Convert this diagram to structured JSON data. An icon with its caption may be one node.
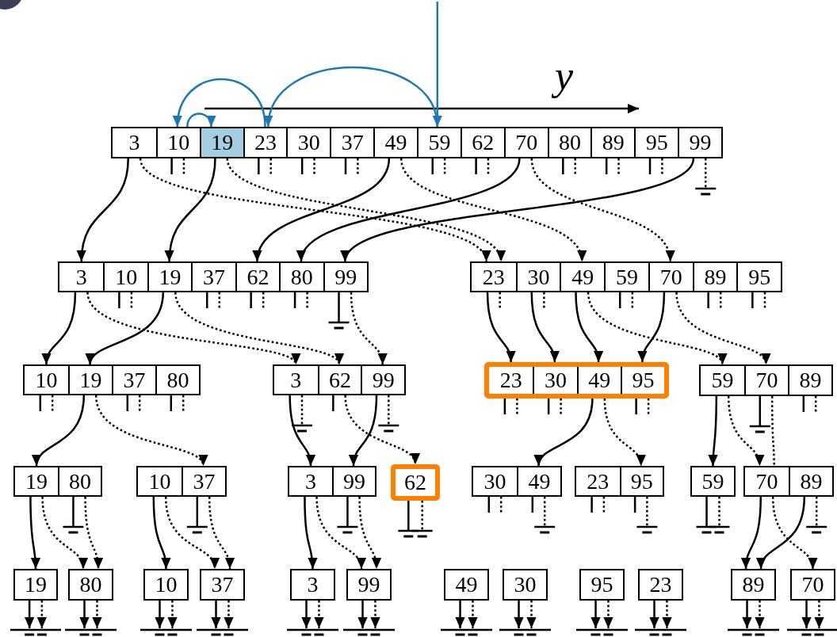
{
  "diagram": {
    "nodes": [
      {
        "text": [],
        "shape": "box"
      },
      {
        "text": [
          "3"
        ],
        "in": 0
      },
      {
        "text": [
          "10"
        ],
        "in": 0
      },
      {
        "text": [
          "19"
        ],
        "in": 0
      },
      {
        "text": [
          "23"
        ],
        "in": 0
      },
      {
        "text": [
          "30"
        ],
        "in": 0
      },
      {
        "text": [
          "37"
        ],
        "in": 0
      },
      {
        "text": [
          "49"
        ],
        "in": 0
      },
      {
        "text": [
          "59"
        ],
        "in": 0
      },
      {
        "text": [
          "62"
        ],
        "in": 0
      },
      {
        "text": [
          "70"
        ],
        "in": 0
      },
      {
        "text": [
          "80"
        ],
        "in": 0
      },
      {
        "text": [
          "89"
        ],
        "in": 0
      },
      {
        "text": [
          "95"
        ],
        "in": 0
      },
      {
        "text": [
          "99"
        ],
        "in": 0
      },
      {
        "text": [],
        "shape": "box"
      },
      {
        "text": [
          "3"
        ],
        "in": 15
      },
      {
        "text": [
          "10"
        ],
        "in": 15
      },
      {
        "text": [
          "19"
        ],
        "in": 15
      },
      {
        "text": [
          "37"
        ],
        "in": 15
      },
      {
        "text": [
          "62"
        ],
        "in": 15
      },
      {
        "text": [
          "80"
        ],
        "in": 15
      },
      {
        "text": [
          "99"
        ],
        "in": 15
      },
      {
        "text": [],
        "shape": "box"
      },
      {
        "text": [
          "23"
        ],
        "in": 23
      },
      {
        "text": [
          "30"
        ],
        "in": 23
      },
      {
        "text": [
          "49"
        ],
        "in": 23
      },
      {
        "text": [
          "59"
        ],
        "in": 23
      },
      {
        "text": [
          "70"
        ],
        "in": 23
      },
      {
        "text": [
          "89"
        ],
        "in": 23
      },
      {
        "text": [
          "95"
        ],
        "in": 23
      },
      {
        "text": [],
        "shape": "box"
      },
      {
        "text": [
          "10"
        ],
        "in": 31
      },
      {
        "text": [
          "19"
        ],
        "in": 31
      },
      {
        "text": [
          "37"
        ],
        "in": 31
      },
      {
        "text": [
          "80"
        ],
        "in": 31
      },
      {
        "text": [],
        "shape": "box"
      },
      {
        "text": [
          "3"
        ],
        "in": 36
      },
      {
        "text": [
          "62"
        ],
        "in": 36
      },
      {
        "text": [
          "99"
        ],
        "in": 36
      },
      {
        "text": [],
        "shape": "box"
      },
      {
        "text": [
          "23"
        ],
        "in": 40
      },
      {
        "text": [
          "30"
        ],
        "in": 40
      },
      {
        "text": [
          "49"
        ],
        "in": 40
      },
      {
        "text": [
          "95"
        ],
        "in": 40
      },
      {
        "text": [],
        "shape": "box"
      },
      {
        "text": [
          "59"
        ],
        "in": 45
      },
      {
        "text": [
          "70"
        ],
        "in": 45
      },
      {
        "text": [
          "89"
        ],
        "in": 45
      },
      {
        "text": [],
        "shape": "box"
      },
      {
        "text": [
          "19"
        ],
        "in": 49
      },
      {
        "text": [
          "80"
        ],
        "in": 49
      },
      {
        "text": [],
        "shape": "box"
      },
      {
        "text": [
          "10"
        ],
        "in": 52
      },
      {
        "text": [
          "37"
        ],
        "in": 52
      },
      {
        "text": [],
        "shape": "box"
      },
      {
        "text": [
          "3"
        ],
        "in": 55
      },
      {
        "text": [
          "99"
        ],
        "in": 55
      },
      {
        "text": [
          "62"
        ]
      },
      {
        "text": [],
        "shape": "box"
      },
      {
        "text": [
          "30"
        ],
        "in": 59
      },
      {
        "text": [
          "49"
        ],
        "in": 59
      },
      {
        "text": [],
        "shape": "box"
      },
      {
        "text": [
          "23"
        ],
        "in": 62
      },
      {
        "text": [
          "95"
        ],
        "in": 62
      },
      {
        "text": [
          "59"
        ]
      },
      {
        "text": [],
        "shape": "box"
      },
      {
        "text": [
          "70"
        ],
        "in": 66
      },
      {
        "text": [
          "89"
        ],
        "in": 66
      },
      {
        "text": [
          "19"
        ]
      },
      {
        "text": [
          "80"
        ]
      },
      {
        "text": [
          "10"
        ]
      },
      {
        "text": [
          "37"
        ]
      },
      {
        "text": [
          "3"
        ]
      },
      {
        "text": [
          "99"
        ]
      },
      {
        "text": [
          "49"
        ]
      },
      {
        "text": [
          "30"
        ]
      },
      {
        "text": [
          "95"
        ]
      },
      {
        "text": [
          "23"
        ]
      },
      {
        "text": [
          "89"
        ]
      },
      {
        "text": [
          "70"
        ]
      }
    ],
    "edges": [
      {
        "from": null,
        "to": 8,
        "arrow": "to",
        "color": "#1f78b4"
      },
      {
        "from": 8,
        "to": 4,
        "arrow": "to",
        "color": "#1f78b4"
      },
      {
        "from": 4,
        "to": 2,
        "arrow": "to",
        "color": "#1f78b4"
      },
      {
        "from": 2,
        "to": 3,
        "arrow": "to",
        "color": "#1f78b4"
      },
      {
        "from": 1,
        "to": 16,
        "arrow": "to"
      },
      {
        "from": 1,
        "to": 24,
        "arrow": "to",
        "style": "dashed"
      },
      {
        "from": 3,
        "to": 18,
        "arrow": "to"
      },
      {
        "from": 3,
        "to": 24,
        "arrow": "to",
        "style": "dashed"
      },
      {
        "from": 7,
        "to": 20,
        "arrow": "to"
      },
      {
        "from": 7,
        "to": 26,
        "arrow": "to",
        "style": "dashed"
      },
      {
        "from": 10,
        "to": 21,
        "arrow": "to"
      },
      {
        "from": 10,
        "to": 28,
        "arrow": "to",
        "style": "dashed"
      },
      {
        "from": 14,
        "to": 22,
        "arrow": "to"
      },
      {
        "from": 16,
        "to": 32,
        "arrow": "to"
      },
      {
        "from": 16,
        "to": 37,
        "arrow": "to",
        "style": "dashed"
      },
      {
        "from": 18,
        "to": 33,
        "arrow": "to"
      },
      {
        "from": 18,
        "to": 38,
        "arrow": "to",
        "style": "dashed"
      },
      {
        "from": 22,
        "to": 39,
        "arrow": "to",
        "style": "dashed"
      },
      {
        "from": 24,
        "to": 41,
        "arrow": "to"
      },
      {
        "from": 25,
        "to": 42,
        "arrow": "to"
      },
      {
        "from": 26,
        "to": 43,
        "arrow": "to"
      },
      {
        "from": 26,
        "to": 46,
        "arrow": "to",
        "style": "dashed"
      },
      {
        "from": 28,
        "to": 44,
        "arrow": "to"
      },
      {
        "from": 28,
        "to": 47,
        "arrow": "to",
        "style": "dashed"
      },
      {
        "from": 33,
        "to": 50,
        "arrow": "to"
      },
      {
        "from": 33,
        "to": 54,
        "arrow": "to",
        "style": "dashed"
      },
      {
        "from": 37,
        "to": 56,
        "arrow": "to"
      },
      {
        "from": 38,
        "to": 58,
        "arrow": "to",
        "style": "dashed"
      },
      {
        "from": 39,
        "to": 57,
        "arrow": "to"
      },
      {
        "from": 43,
        "to": 61,
        "arrow": "to"
      },
      {
        "from": 43,
        "to": 64,
        "arrow": "to",
        "style": "dashed"
      },
      {
        "from": 46,
        "to": 65,
        "arrow": "to"
      },
      {
        "from": 46,
        "to": 67,
        "arrow": "to",
        "style": "dashed"
      },
      {
        "from": 47,
        "to": 67,
        "arrow": "none",
        "style": "dashed"
      },
      {
        "from": 50,
        "to": 69,
        "arrow": "to"
      },
      {
        "from": 50,
        "to": 70,
        "arrow": "to",
        "style": "dashed"
      },
      {
        "from": 51,
        "to": 70,
        "arrow": "to",
        "style": "dashed"
      },
      {
        "from": 53,
        "to": 71,
        "arrow": "to"
      },
      {
        "from": 53,
        "to": 72,
        "arrow": "to",
        "style": "dashed"
      },
      {
        "from": 54,
        "to": 72,
        "arrow": "to",
        "style": "dashed"
      },
      {
        "from": 56,
        "to": 73,
        "arrow": "to"
      },
      {
        "from": 56,
        "to": 74,
        "arrow": "to",
        "style": "dashed"
      },
      {
        "from": 57,
        "to": 74,
        "arrow": "to",
        "style": "dashed"
      },
      {
        "from": 67,
        "to": 79,
        "arrow": "to"
      },
      {
        "from": 67,
        "to": 80,
        "arrow": "to",
        "style": "dashed"
      },
      {
        "from": 68,
        "to": 79,
        "arrow": "to"
      },
      {
        "from": 69,
        "to": null,
        "arrow": "to"
      },
      {
        "from": 69,
        "to": null,
        "arrow": "to",
        "style": "dashed"
      },
      {
        "from": 70,
        "to": null,
        "arrow": "to"
      },
      {
        "from": 70,
        "to": null,
        "arrow": "to",
        "style": "dashed"
      },
      {
        "from": 71,
        "to": null,
        "arrow": "to"
      },
      {
        "from": 71,
        "to": null,
        "arrow": "to",
        "style": "dashed"
      },
      {
        "from": 72,
        "to": null,
        "arrow": "to"
      },
      {
        "from": 72,
        "to": null,
        "arrow": "to",
        "style": "dashed"
      },
      {
        "from": 73,
        "to": null,
        "arrow": "to"
      },
      {
        "from": 73,
        "to": null,
        "arrow": "to",
        "style": "dashed"
      },
      {
        "from": 74,
        "to": null,
        "arrow": "to"
      },
      {
        "from": 74,
        "to": null,
        "arrow": "to",
        "style": "dashed"
      },
      {
        "from": 75,
        "to": null,
        "arrow": "to"
      },
      {
        "from": 75,
        "to": null,
        "arrow": "to",
        "style": "dashed"
      },
      {
        "from": 76,
        "to": null,
        "arrow": "to"
      },
      {
        "from": 76,
        "to": null,
        "arrow": "to",
        "style": "dashed"
      },
      {
        "from": 77,
        "to": null,
        "arrow": "to"
      },
      {
        "from": 77,
        "to": null,
        "arrow": "to",
        "style": "dashed"
      },
      {
        "from": 78,
        "to": null,
        "arrow": "to"
      },
      {
        "from": 78,
        "to": null,
        "arrow": "to",
        "style": "dashed"
      },
      {
        "from": 79,
        "to": null,
        "arrow": "to"
      },
      {
        "from": 79,
        "to": null,
        "arrow": "to",
        "style": "dashed"
      },
      {
        "from": 80,
        "to": null,
        "arrow": "to"
      },
      {
        "from": 80,
        "to": null,
        "arrow": "to",
        "style": "dashed"
      }
    ],
    "labels": [
      "y"
    ]
  }
}
